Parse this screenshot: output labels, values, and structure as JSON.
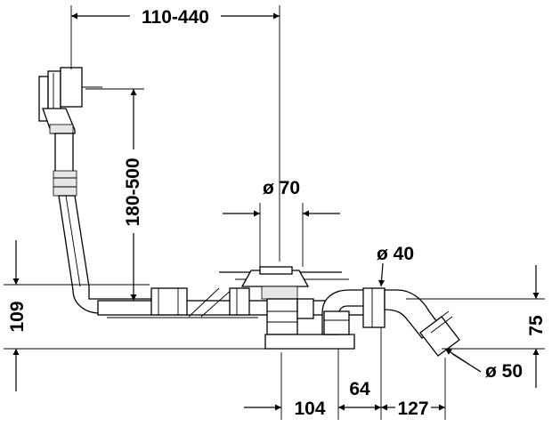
{
  "dimensions": {
    "overflow_spacing": "110-440",
    "overflow_height": "180-500",
    "drain_diameter": "ø 70",
    "outlet_diameter": "ø 40",
    "waste_diameter": "ø 50",
    "height_left": "109",
    "height_right": "75",
    "offset_104": "104",
    "offset_64": "64",
    "offset_127": "127"
  }
}
